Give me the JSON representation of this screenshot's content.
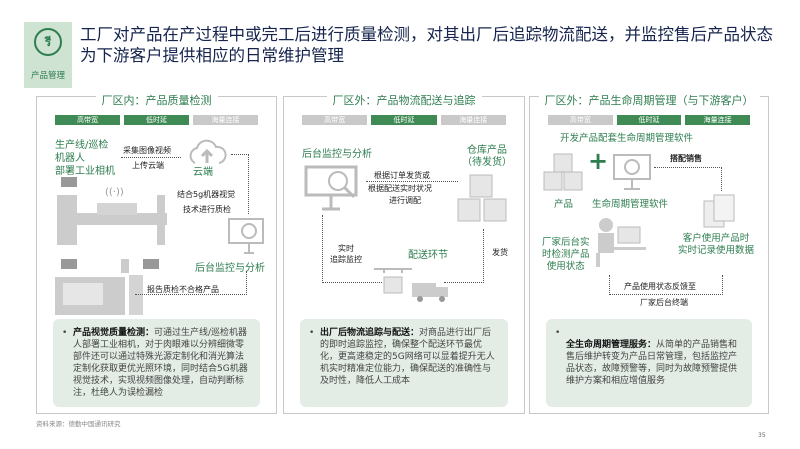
{
  "header": {
    "logo_label": "产品管理",
    "title": "工厂对产品在产过程中或完工后进行质量检测，对其出厂后追踪物流配送，并监控售后产品状态为下游客户提供相应的日常维护管理"
  },
  "tags": [
    "高带宽",
    "低时延",
    "海量连接"
  ],
  "panels": [
    {
      "title": "厂区内：产品质量检测",
      "active": [
        true,
        true,
        false
      ],
      "labels": {
        "robot": "生产线/巡检\n机器人\n部署工业相机",
        "collect": "采集图像视频",
        "upload": "上传云端",
        "cloud": "云端",
        "vision1": "结合5g机器视觉",
        "vision2": "技术进行质检",
        "monitor": "后台监控与分析",
        "report": "报告质检不合格产品"
      },
      "summary": {
        "bold": "产品视觉质量检测：",
        "text": "可通过生产线/巡检机器人部署工业相机，对于肉眼难以分辨细微零部件还可以通过特殊光源定制化和消光算法定制化获取更优光照环境，同时结合5G机器视觉技术，实现视频图像处理，自动判断标注，杜绝人为误检漏检"
      }
    },
    {
      "title": "厂区外：产品物流配送与追踪",
      "active": [
        false,
        true,
        false
      ],
      "labels": {
        "monitor": "后台监控与分析",
        "warehouse1": "仓库产品",
        "warehouse2": "（待发货）",
        "dispatch1": "根据订单发货或",
        "dispatch2": "根据配送实时状况",
        "dispatch3": "进行调配",
        "ship": "发货",
        "track1": "实时",
        "track2": "追踪监控",
        "delivery": "配送环节"
      },
      "summary": {
        "bold": "出厂后物流追踪与配送：",
        "text": "对商品进行出厂后的即时追踪监控，确保整个配送环节最优化，更高速稳定的5G网络可以显着提升无人机实时精准定位能力，确保配送的准确性与及时性，降低人工成本"
      }
    },
    {
      "title": "厂区外：产品生命周期管理（与下游客户）",
      "active": [
        false,
        true,
        true
      ],
      "labels": {
        "develop": "开发产品配套生命周期管理软件",
        "sell": "搭配销售",
        "product": "产品",
        "software": "生命周期管理软件",
        "customer1": "客户使用产品时",
        "customer2": "实时记录使用数据",
        "factory1": "厂家后台实",
        "factory2": "时检测产品",
        "factory3": "使用状态",
        "feedback1": "产品使用状态反馈至",
        "feedback2": "厂家后台终端"
      },
      "summary": {
        "bold": "全生命周期管理服务：",
        "text": "从简单的产品销售和售后维护转变为产品日常管理，包括监控产品状态，故障预警等，同时为故障预警提供维护方案和相应增值服务"
      }
    }
  ],
  "footer": {
    "source": "资料来源：德勤中国通讯研究",
    "page": "35"
  },
  "colors": {
    "accent": "#2e7d4f",
    "title": "#16244e",
    "summary_bg": "#e3ede5"
  }
}
